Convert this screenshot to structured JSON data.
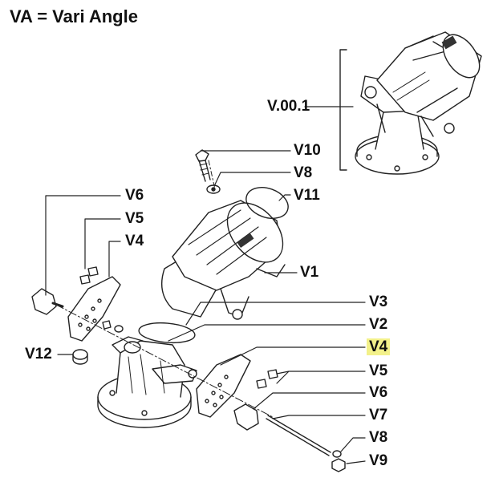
{
  "title": "VA = Vari Angle",
  "highlight_color": "#f3f18a",
  "labels": {
    "v001": "V.00.1",
    "v10": "V10",
    "v8_top": "V8",
    "v11": "V11",
    "v6_left": "V6",
    "v5_left": "V5",
    "v4_left": "V4",
    "v1": "V1",
    "v3": "V3",
    "v2": "V2",
    "v4_right": "V4",
    "v12": "V12",
    "v5_right": "V5",
    "v6_right": "V6",
    "v7": "V7",
    "v8_bottom": "V8",
    "v9": "V9"
  }
}
